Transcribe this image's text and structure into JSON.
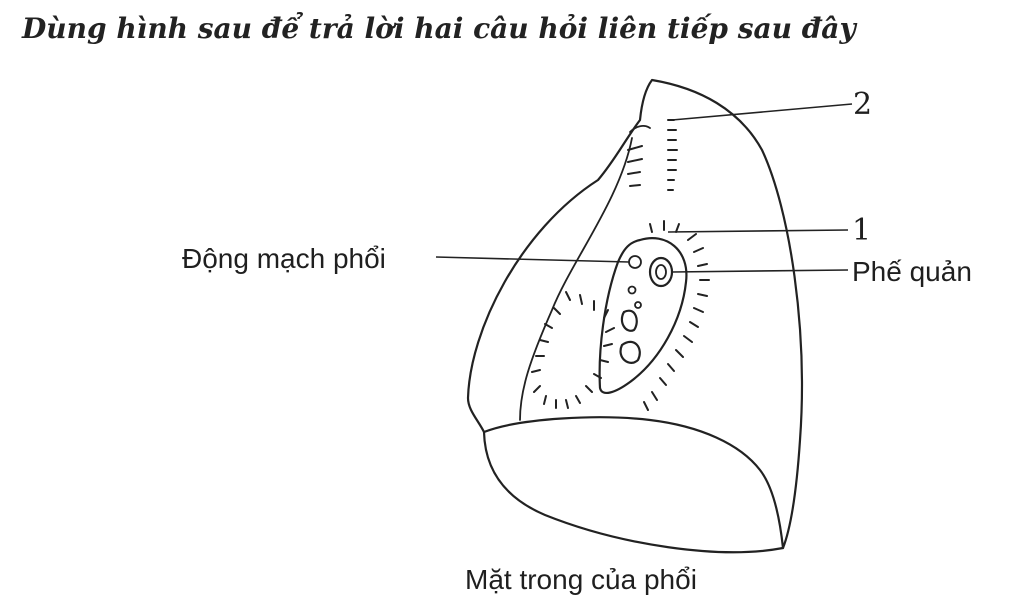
{
  "heading": "Dùng hình sau để trả lời hai câu hỏi liên tiếp sau đây",
  "labels": {
    "pulmonary_artery": "Động mạch phổi",
    "bronchus": "Phế quản",
    "number_1": "1",
    "number_2": "2",
    "caption": "Mặt trong của phổi"
  }
}
